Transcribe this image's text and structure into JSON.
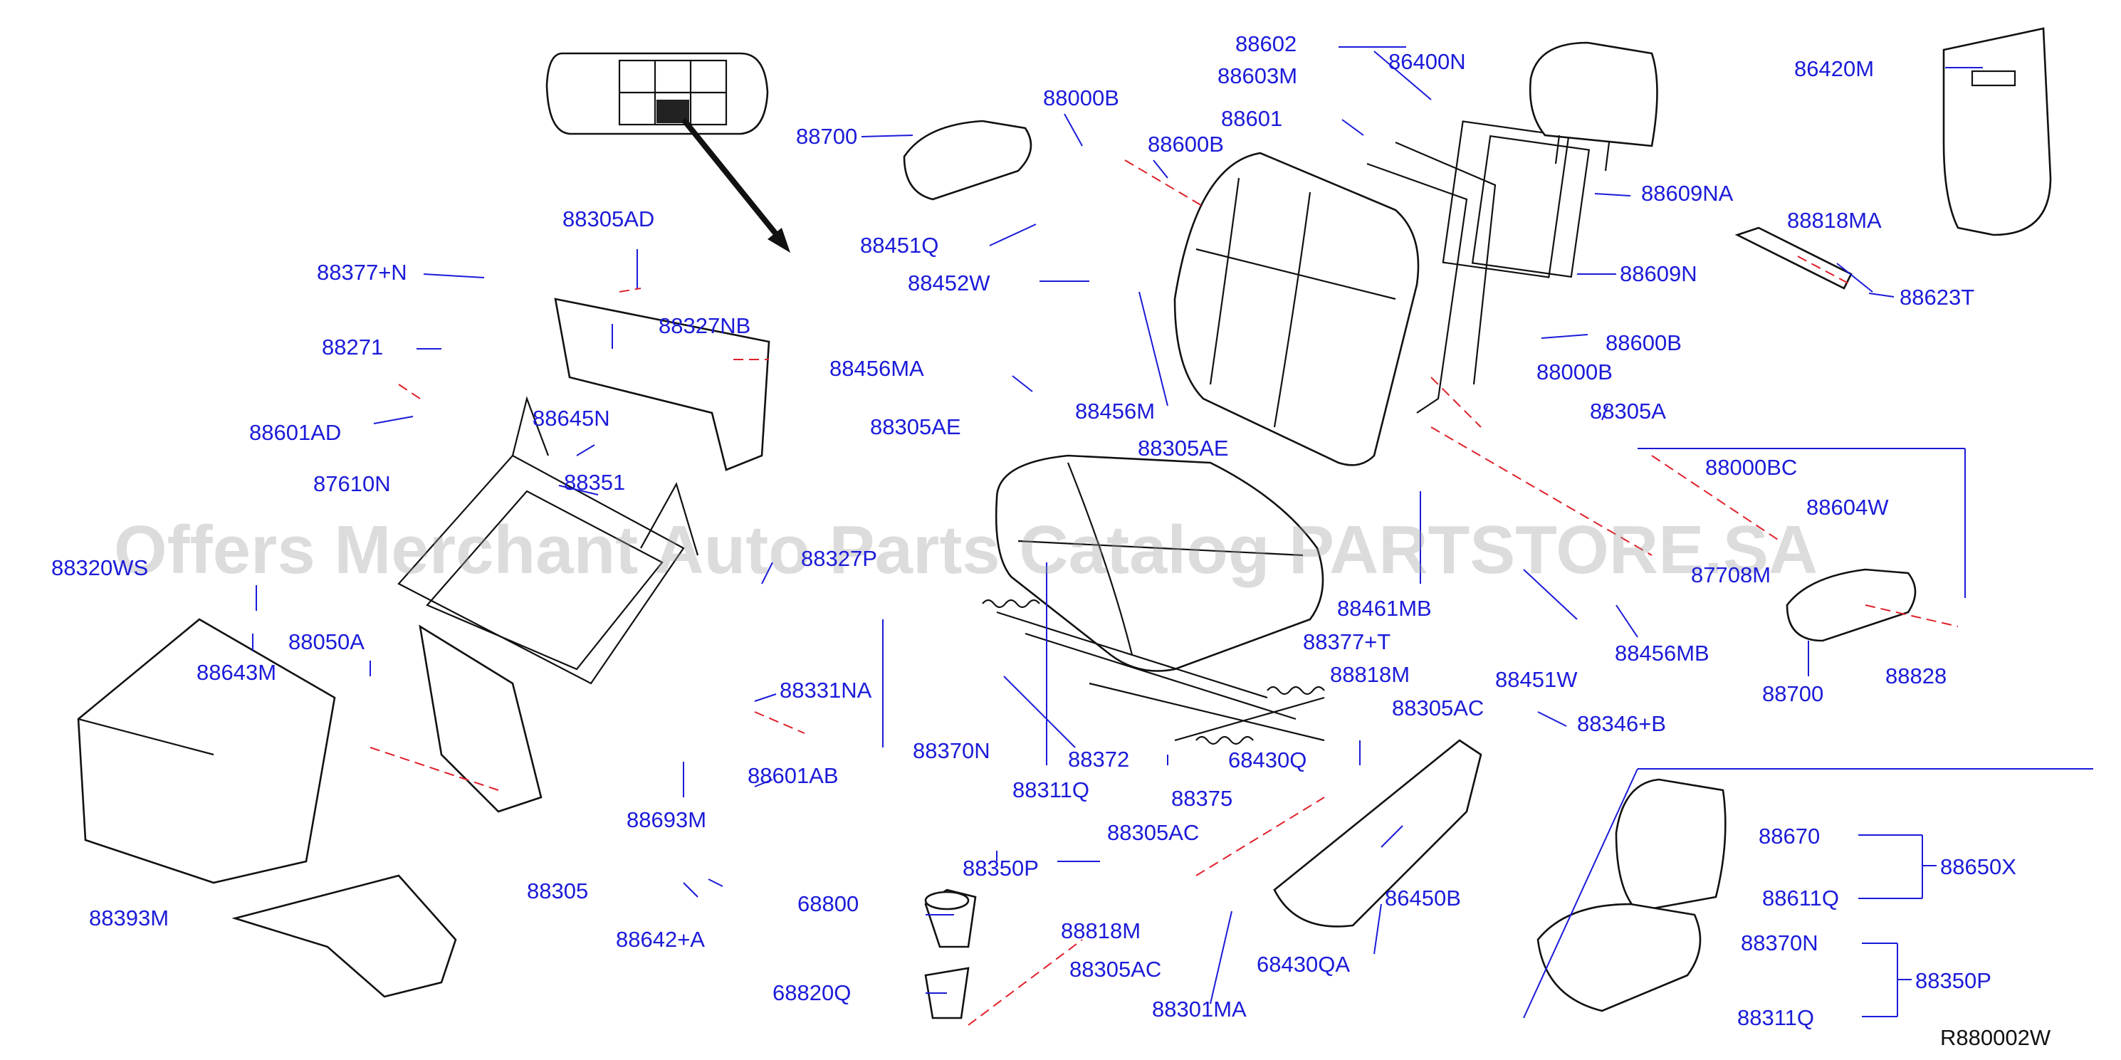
{
  "watermark": "Offers Merchant Auto Parts Catalog PARTSTORE.SA",
  "reference_code": "R880002W",
  "labels": {
    "l88700a": "88700",
    "l88000b": "88000B",
    "l88600b_top": "88600B",
    "l88451q": "88451Q",
    "l88452w": "88452W",
    "l88456ma": "88456MA",
    "l88305ae_a": "88305AE",
    "l88456m": "88456M",
    "l88305ae_b": "88305AE",
    "l88602": "88602",
    "l88603m": "88603M",
    "l88601": "88601",
    "l86400n": "86400N",
    "l88609na": "88609NA",
    "l88609n": "88609N",
    "l88600b_mid": "88600B",
    "l88000b_r": "88000B",
    "l88305a": "88305A",
    "l88000bc": "88000BC",
    "l88604w": "88604W",
    "l87708m": "87708M",
    "l88461mb": "88461MB",
    "l88377t": "88377+T",
    "l88451w": "88451W",
    "l88456mb": "88456MB",
    "l88700b": "88700",
    "l88828": "88828",
    "l86420m": "86420M",
    "l88818ma": "88818MA",
    "l88623t": "88623T",
    "l88305ad": "88305AD",
    "l88377n": "88377+N",
    "l88327nb": "88327NB",
    "l88271": "88271",
    "l88601ad": "88601AD",
    "l88645n": "88645N",
    "l87610n": "87610N",
    "l88351": "88351",
    "l88320ws": "88320WS",
    "l88327p": "88327P",
    "l88643m": "88643M",
    "l88050a": "88050A",
    "l88331na": "88331NA",
    "l88601ab": "88601AB",
    "l88693m": "88693M",
    "l88305": "88305",
    "l88642a": "88642+A",
    "l88393m": "88393M",
    "l88370n_a": "88370N",
    "l88372": "88372",
    "l88311q_a": "88311Q",
    "l88375": "88375",
    "l88350p_a": "88350P",
    "l68430q": "68430Q",
    "l88818m": "88818M",
    "l88305ac_a": "88305AC",
    "l88346b": "88346+B",
    "l88305ac_b": "88305AC",
    "l86450b": "86450B",
    "l68800": "68800",
    "l88818m_b": "88818M",
    "l88305ac_c": "88305AC",
    "l68820q": "68820Q",
    "l88301ma": "88301MA",
    "l68430qa": "68430QA",
    "l88670": "88670",
    "l88650x": "88650X",
    "l88611q": "88611Q",
    "l88370n_b": "88370N",
    "l88350p_b": "88350P",
    "l88311q_b": "88311Q"
  }
}
